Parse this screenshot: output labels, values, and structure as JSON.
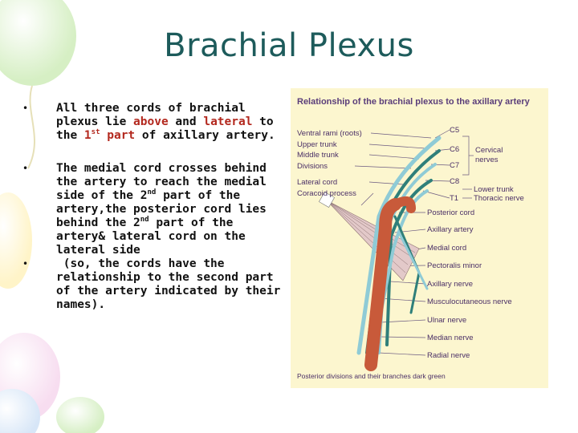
{
  "slide": {
    "title": "Brachial Plexus",
    "bullets": [
      {
        "parts": [
          {
            "text": "All three cords of brachial plexus lie ",
            "color": "default"
          },
          {
            "text": "above",
            "color": "red"
          },
          {
            "text": " and ",
            "color": "default"
          },
          {
            "text": "lateral",
            "color": "red"
          },
          {
            "text": " to the ",
            "color": "default"
          },
          {
            "text": "1",
            "color": "red"
          },
          {
            "text": "st",
            "color": "red",
            "sup": true
          },
          {
            "text": " part",
            "color": "red"
          },
          {
            "text": " of axillary artery.",
            "color": "default"
          }
        ]
      },
      {
        "parts": [
          {
            "text": "The medial cord crosses behind the artery to reach the medial side of the 2",
            "color": "default"
          },
          {
            "text": "nd",
            "color": "default",
            "sup": true
          },
          {
            "text": " part of the artery,the posterior cord lies behind the 2",
            "color": "default"
          },
          {
            "text": "nd",
            "color": "default",
            "sup": true
          },
          {
            "text": " part of the artery& lateral cord on the lateral side",
            "color": "default"
          }
        ]
      },
      {
        "parts": [
          {
            "text": " (so, the cords have the relationship to the second part of the artery indicated by their names).",
            "color": "default"
          }
        ]
      }
    ]
  },
  "figure": {
    "title": "Relationship of the brachial plexus to the axillary artery",
    "left_labels": {
      "ventral_rami": "Ventral rami (roots)",
      "upper_trunk": "Upper trunk",
      "middle_trunk": "Middle trunk",
      "divisions": "Divisions",
      "lateral_cord": "Lateral cord",
      "coracoid": "Coracoid process"
    },
    "right_labels": {
      "c5": "C5",
      "c6": "C6",
      "c7": "C7",
      "c8": "C8",
      "t1": "T1",
      "cervical": "Cervical",
      "nerves": "nerves",
      "lower_trunk": "Lower trunk",
      "thoracic_nerve": "Thoracic nerve",
      "posterior_cord": "Posterior cord",
      "axillary_artery": "Axillary artery",
      "medial_cord": "Medial cord",
      "pectoralis_minor": "Pectoralis minor",
      "axillary_nerve": "Axillary nerve",
      "musculocutaneous": "Musculocutaneous nerve",
      "ulnar": "Ulnar nerve",
      "median": "Median nerve",
      "radial": "Radial nerve"
    },
    "caption": "Posterior divisions and their branches dark green"
  },
  "colors": {
    "title": "#1d5b5b",
    "red_text": "#b3281e",
    "figure_bg": "#fcf6cf",
    "artery": "#c85a3a",
    "nerve_light": "#8fcbd6",
    "nerve_dark": "#2f7f7a",
    "muscle": "#e3c9c9"
  }
}
